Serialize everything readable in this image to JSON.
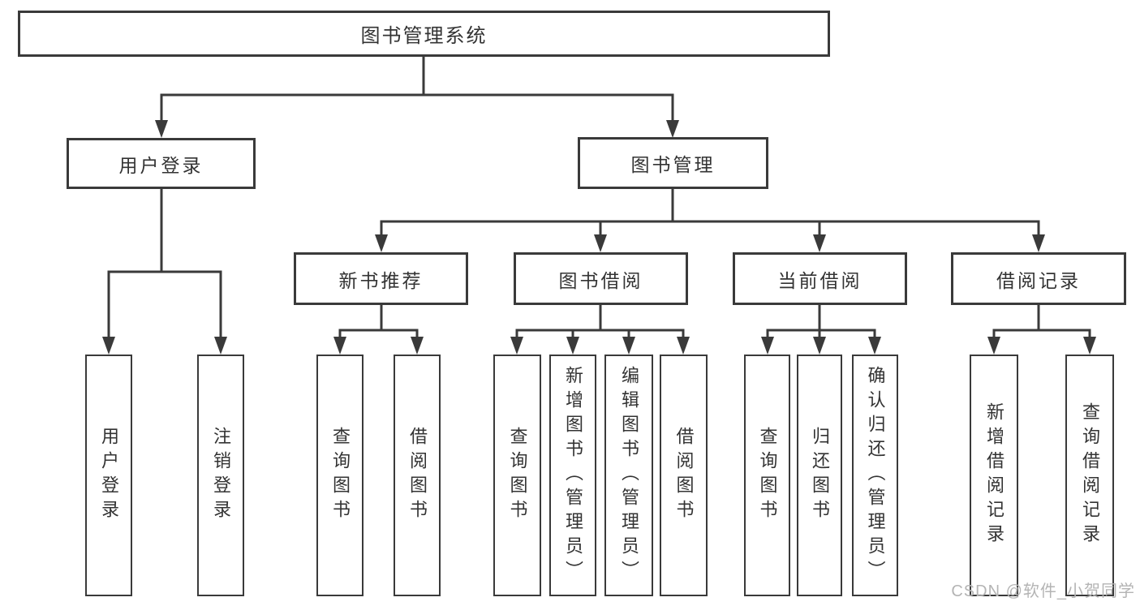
{
  "diagram": {
    "root": {
      "label": "图书管理系统"
    },
    "level2": [
      {
        "label": "用户登录"
      },
      {
        "label": "图书管理",
        "parent": "图书管理系统"
      }
    ],
    "level3": [
      {
        "label": "新书推荐",
        "parent": "图书管理"
      },
      {
        "label": "图书借阅",
        "parent": "图书管理"
      },
      {
        "label": "当前借阅",
        "parent": "图书管理"
      },
      {
        "label": "借阅记录",
        "parent": "图书管理"
      }
    ],
    "leaves": [
      {
        "label": "用户登录",
        "parent": "用户登录"
      },
      {
        "label": "注销登录",
        "parent": "用户登录"
      },
      {
        "label": "查询图书",
        "parent": "新书推荐"
      },
      {
        "label": "借阅图书",
        "parent": "新书推荐"
      },
      {
        "label": "查询图书",
        "parent": "图书借阅"
      },
      {
        "label": "新增图书（管理员）",
        "parent": "图书借阅"
      },
      {
        "label": "编辑图书（管理员）",
        "parent": "图书借阅"
      },
      {
        "label": "借阅图书",
        "parent": "图书借阅"
      },
      {
        "label": "查询图书",
        "parent": "当前借阅"
      },
      {
        "label": "归还图书",
        "parent": "当前借阅"
      },
      {
        "label": "确认归还（管理员）",
        "parent": "当前借阅"
      },
      {
        "label": "新增借阅记录",
        "parent": "借阅记录"
      },
      {
        "label": "查询借阅记录",
        "parent": "借阅记录"
      }
    ]
  },
  "watermark": {
    "text": "CSDN @软件_小贺同学"
  },
  "colors": {
    "line": "#3a3a3a",
    "text": "#333333",
    "watermark": "#b4b4b4",
    "background": "#ffffff"
  }
}
